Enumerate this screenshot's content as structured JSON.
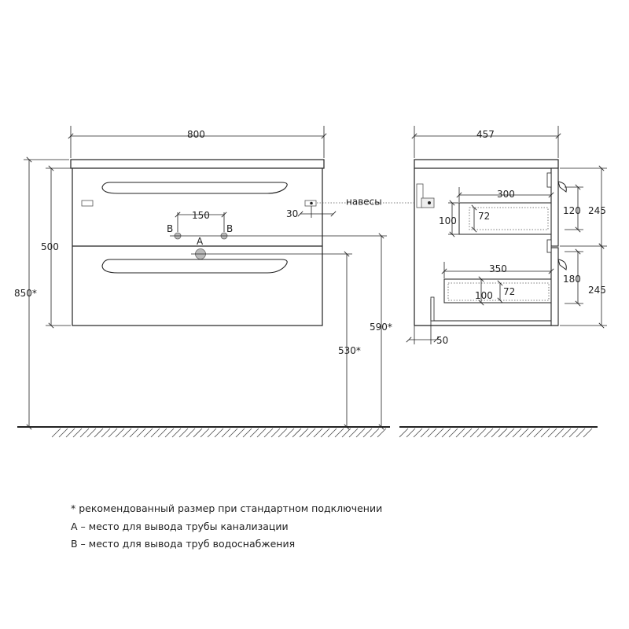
{
  "front_view": {
    "width": "800",
    "height_cabinet": "500",
    "height_total": "850*",
    "spacing_b": "150",
    "hinge_offset": "30",
    "hinges_label": "навесы",
    "point_a_label": "A",
    "point_b_label": "B",
    "height_b": "590*",
    "height_a": "530*"
  },
  "side_view": {
    "depth": "457",
    "upper_drawer_depth": "300",
    "upper_drawer_height": "100",
    "upper_drawer_inner": "72",
    "upper_front_height": "120",
    "upper_section": "245",
    "lower_drawer_depth": "350",
    "lower_drawer_height": "100",
    "lower_drawer_inner": "72",
    "lower_front_height": "180",
    "lower_section": "245",
    "offset_bottom": "50"
  },
  "notes": [
    "* рекомендованный размер при стандартном подключении",
    "А – место для вывода трубы канализации",
    "В – место для вывода труб водоснабжения"
  ]
}
